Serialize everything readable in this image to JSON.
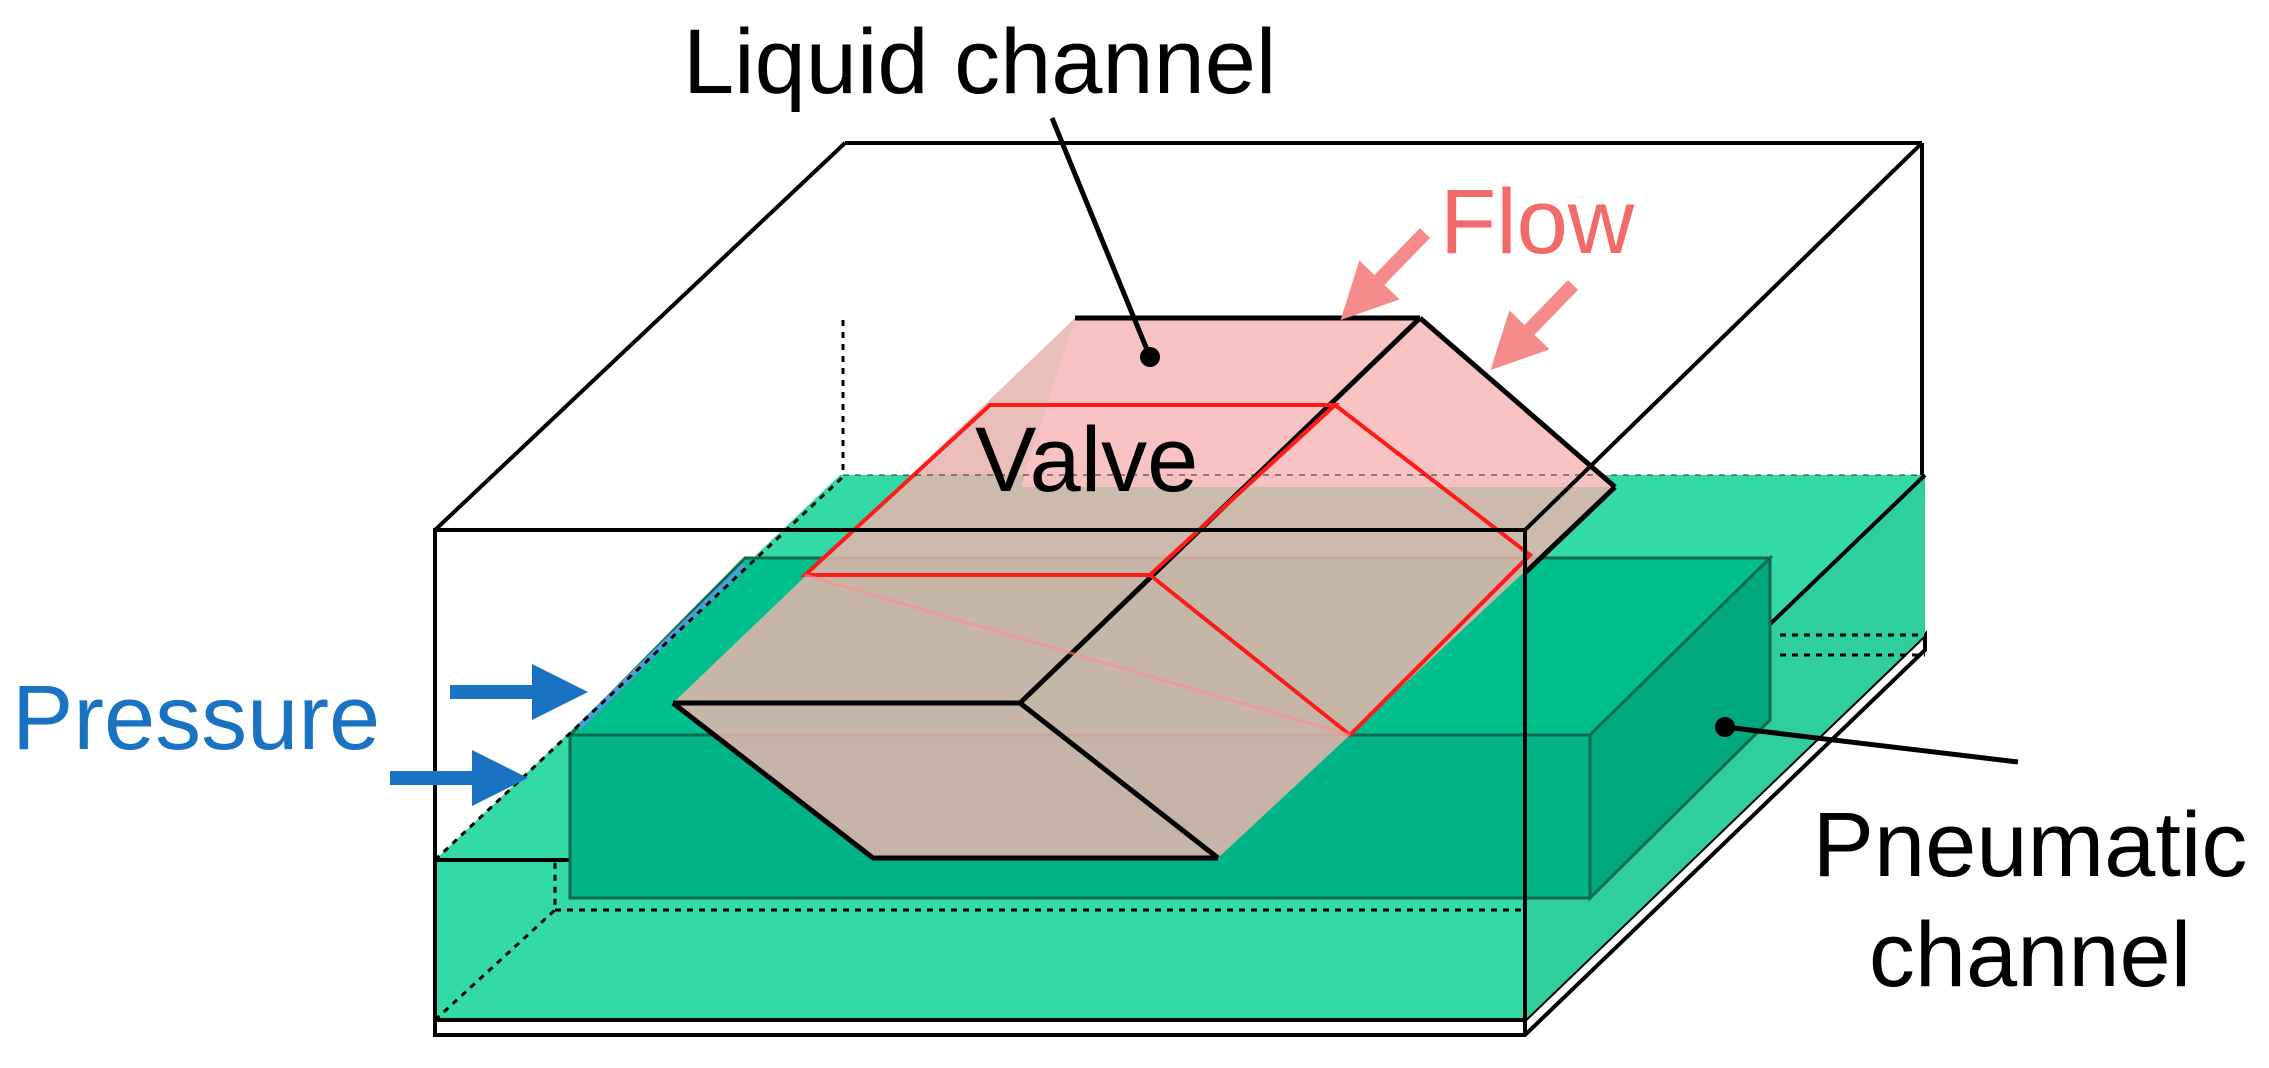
{
  "labels": {
    "liquid_channel": "Liquid channel",
    "flow": "Flow",
    "valve": "Valve",
    "pressure": "Pressure",
    "pneumatic_line1": "Pneumatic",
    "pneumatic_line2": "channel"
  },
  "colors": {
    "pneumatic_fill": "#33d9a6",
    "pneumatic_block": "#00bf8c",
    "liquid_fill": "#f9c3c3",
    "valve_outline": "#ff1a1a",
    "flow_arrow": "#f58a8a",
    "pressure_arrow": "#1a73c2",
    "outline": "#000000"
  }
}
